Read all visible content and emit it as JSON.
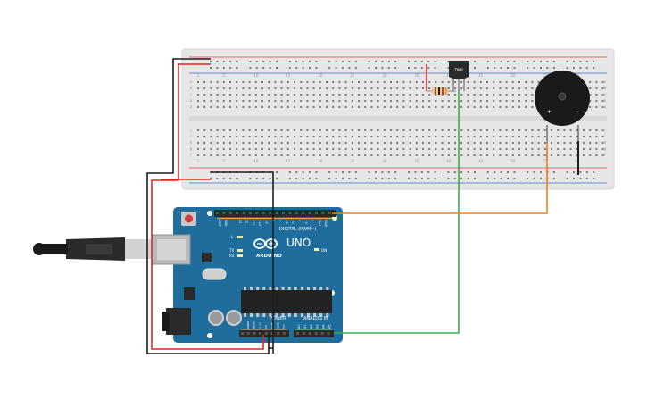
{
  "breadboard": {
    "column_numbers": [
      "1",
      "5",
      "10",
      "15",
      "20",
      "25",
      "30",
      "35",
      "40",
      "45",
      "50",
      "55",
      "60"
    ],
    "row_letters_top": [
      "a",
      "b",
      "c",
      "d",
      "e"
    ],
    "row_letters_bottom": [
      "f",
      "g",
      "h",
      "i",
      "j"
    ]
  },
  "components": {
    "temp_sensor_label": "TMP",
    "buzzer_plus": "+",
    "buzzer_minus": "−"
  },
  "arduino": {
    "brand": "ARDUINO",
    "model": "UNO",
    "digital_label": "DIGITAL (PWM~)",
    "power_label": "POWER",
    "analog_label": "ANALOG IN",
    "on_label": "ON",
    "l_label": "L",
    "tx_label": "TX",
    "rx_label": "RX",
    "aref": "AREF",
    "gnd": "GND",
    "digital_pins": [
      "13",
      "12",
      "~11",
      "~10",
      "~9",
      "8",
      "7",
      "~6",
      "~5",
      "4",
      "~3",
      "2",
      "TX▸1",
      "RX◂0"
    ],
    "power_pins": [
      "IOREF",
      "RESET",
      "3.3V",
      "5V",
      "GND",
      "GND",
      "Vin"
    ],
    "analog_pins": [
      "A0",
      "A1",
      "A2",
      "A3",
      "A4",
      "A5"
    ]
  },
  "colors": {
    "wire_red": "#e0261f",
    "wire_black": "#1d1d1d",
    "wire_green": "#33b24a",
    "wire_orange": "#e9821e",
    "board_blue": "#1e6d9c",
    "breadboard": "#e6e6e6"
  }
}
